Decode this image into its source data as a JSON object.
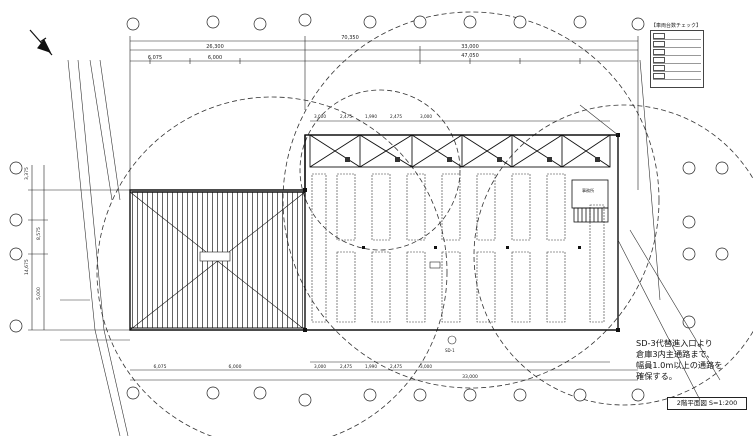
{
  "drawing": {
    "dimensions_top": {
      "total": "70,350",
      "left_span": "26,300",
      "right_span": "33,000",
      "sub_right": "47,050",
      "mid": "6,000",
      "left_a": "6,075"
    },
    "dimensions_bottom": {
      "total": "33,000",
      "left_a": "6,075",
      "left_b": "6,000"
    },
    "dimensions_left": {
      "top": "3,375",
      "mid": "8,575",
      "bottom": "5,000",
      "overall": "14,675"
    },
    "bay_labels": [
      "3,000",
      "2,475",
      "1,990",
      "2,475",
      "3,000"
    ],
    "room_tag": "事務所",
    "marker_label": "SD-1",
    "legend_title": "【車両台数チェック】"
  },
  "note": {
    "lines": [
      "SD-3代替進入口より",
      "倉庫3内主通路まで、",
      "幅員1.0m以上の通路を",
      "確保する。"
    ]
  },
  "sheet_label": "2階平面図 S=1:200"
}
